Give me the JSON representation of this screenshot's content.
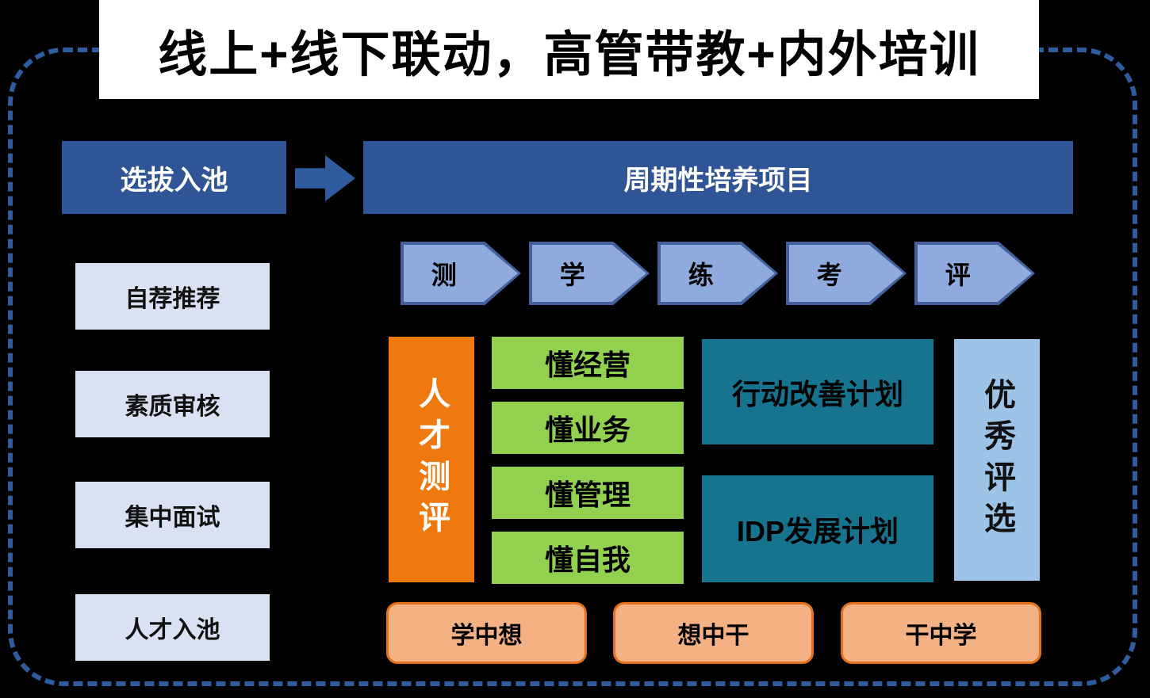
{
  "title": "线上+线下联动，高管带教+内外培训",
  "left": {
    "header": "选拔入池",
    "steps": [
      "自荐推荐",
      "素质审核",
      "集中面试",
      "人才入池"
    ]
  },
  "right": {
    "header": "周期性培养项目",
    "phases": [
      "测",
      "学",
      "练",
      "考",
      "评"
    ],
    "assessment": "人才测评",
    "competencies": [
      "懂经营",
      "懂业务",
      "懂管理",
      "懂自我"
    ],
    "plans": [
      "行动改善计划",
      "IDP发展计划"
    ],
    "selection": "优秀评选",
    "cycle": [
      "学中想",
      "想中干",
      "干中学"
    ]
  },
  "icons": {
    "flow_arrow": "right-arrow-icon"
  },
  "colors": {
    "background": "#000000",
    "dashed_border": "#2E5C9E",
    "title_band": "#FFFFFF",
    "header_dark_blue": "#2F5597",
    "step_light_blue": "#D9E1F2",
    "chevron_fill": "#8FAADC",
    "chevron_edge": "#44619E",
    "assessment_orange": "#F0790F",
    "competency_green": "#92D050",
    "plan_teal": "#17748F",
    "selection_light_blue": "#9DC3E6",
    "cycle_fill": "#F4B183",
    "cycle_border": "#E3701A"
  }
}
